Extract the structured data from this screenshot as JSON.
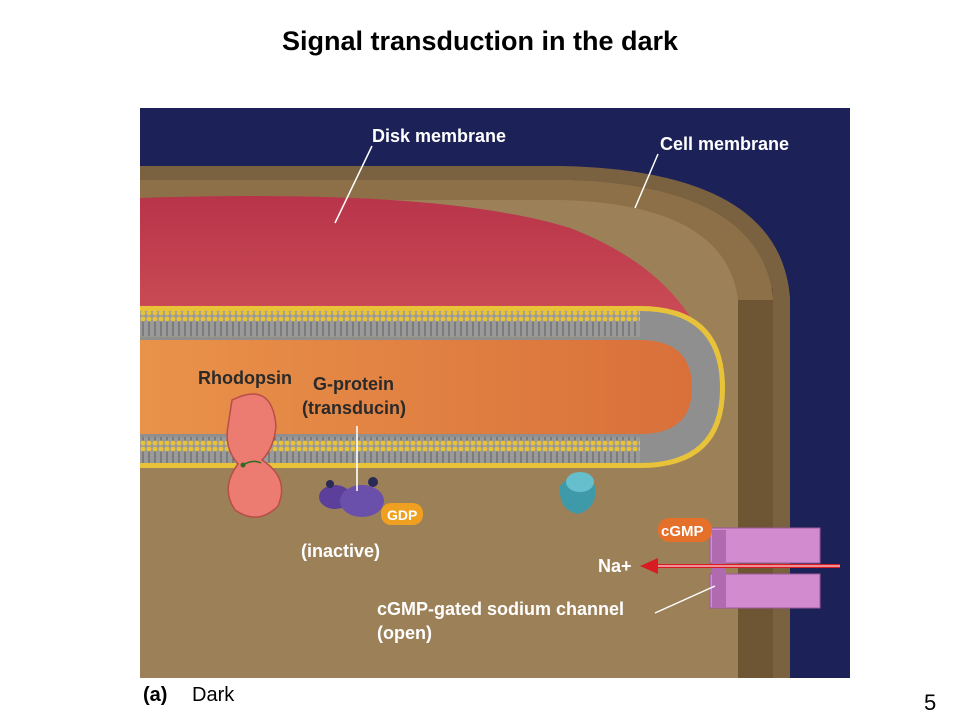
{
  "title": "Signal transduction in the dark",
  "labels": {
    "disk_membrane": "Disk membrane",
    "cell_membrane": "Cell membrane",
    "rhodopsin": "Rhodopsin",
    "g_protein_line1": "G-protein",
    "g_protein_line2": "(transducin)",
    "gdp": "GDP",
    "inactive": "(inactive)",
    "cgmp": "cGMP",
    "na": "Na+",
    "channel_line1": "cGMP-gated sodium channel",
    "channel_line2": "(open)"
  },
  "caption": {
    "tag": "(a)",
    "text": "Dark"
  },
  "slide_number": "5",
  "colors": {
    "background_dark": "#1c2258",
    "cytoplasm": "#9c8058",
    "disk_interior": "#c43e52",
    "disk_lumen": "#e08840",
    "membrane": "#a7a7a7",
    "lipid_head": "#e8c33a",
    "rhodopsin": "#ec7b72",
    "transducin": "#6a4fab",
    "gdp_badge": "#f0a020",
    "cgmp_badge": "#e5702a",
    "channel": "#d38bd0",
    "arrow": "#d81c24"
  }
}
